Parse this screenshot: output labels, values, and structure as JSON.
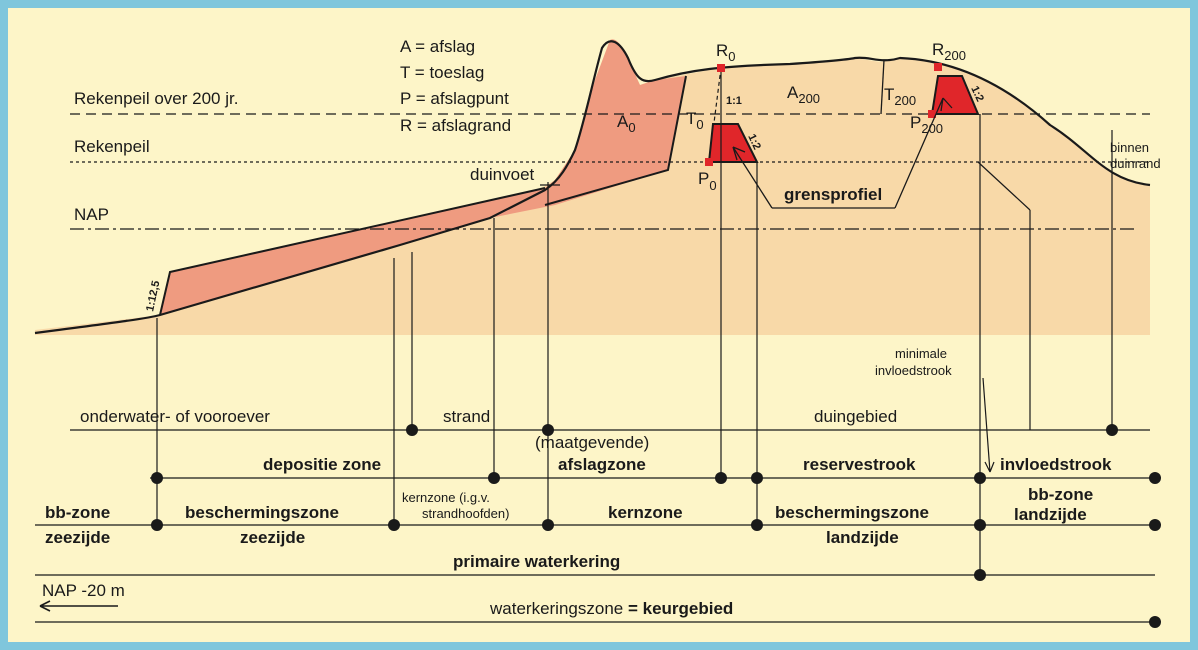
{
  "legend": {
    "a": "A = afslag",
    "t": "T = toeslag",
    "p": "P = afslagpunt",
    "r": "R = afslagrand"
  },
  "levels": {
    "rekenpeil_200": "Rekenpeil over 200 jr.",
    "rekenpeil": "Rekenpeil",
    "nap": "NAP",
    "duinvoet": "duinvoet",
    "binnen_duinrand_1": "binnen",
    "binnen_duinrand_2": "duinrand"
  },
  "profile_labels": {
    "a0_main": "A",
    "a0_sub": "0",
    "t0_main": "T",
    "t0_sub": "0",
    "r0_main": "R",
    "r0_sub": "0",
    "p0_main": "P",
    "p0_sub": "0",
    "a200_main": "A",
    "a200_sub": "200",
    "t200_main": "T",
    "t200_sub": "200",
    "r200_main": "R",
    "r200_sub": "200",
    "p200_main": "P",
    "p200_sub": "200",
    "slope_11": "1:1",
    "slope_12_a": "1:2",
    "slope_12_b": "1:2",
    "slope_125": "1:12,5",
    "grensprofiel": "grensprofiel"
  },
  "zones": {
    "onderwater": "onderwater- of vooroever",
    "strand": "strand",
    "duingebied": "duingebied",
    "minimale_1": "minimale",
    "minimale_2": "invloedstrook",
    "maatgevende": "(maatgevende)",
    "depositie": "depositie zone",
    "afslagzone": "afslagzone",
    "reservestrook": "reservestrook",
    "invloedstrook": "invloedstrook",
    "bb_zeezijde_1": "bb-zone",
    "bb_zeezijde_2": "zeezijde",
    "bescherming_zee_1": "beschermingszone",
    "bescherming_zee_2": "zeezijde",
    "kernzone_note_1": "kernzone (i.g.v.",
    "kernzone_note_2": "strandhoofden)",
    "kernzone": "kernzone",
    "bescherming_land_1": "beschermingszone",
    "bescherming_land_2": "landzijde",
    "bb_landzijde_1": "bb-zone",
    "bb_landzijde_2": "landzijde",
    "primaire": "primaire waterkering",
    "nap_20": "NAP -20 m",
    "waterkeringszone": "waterkeringszone",
    "eq": " = ",
    "keurgebied": "keurgebied"
  },
  "colors": {
    "frame": "#7fc6dc",
    "background": "#fdf5c8",
    "dune_body": "#f8d9a8",
    "erosion": "#ef9b80",
    "profile_red": "#e0262a",
    "line": "#1a1a1a"
  }
}
